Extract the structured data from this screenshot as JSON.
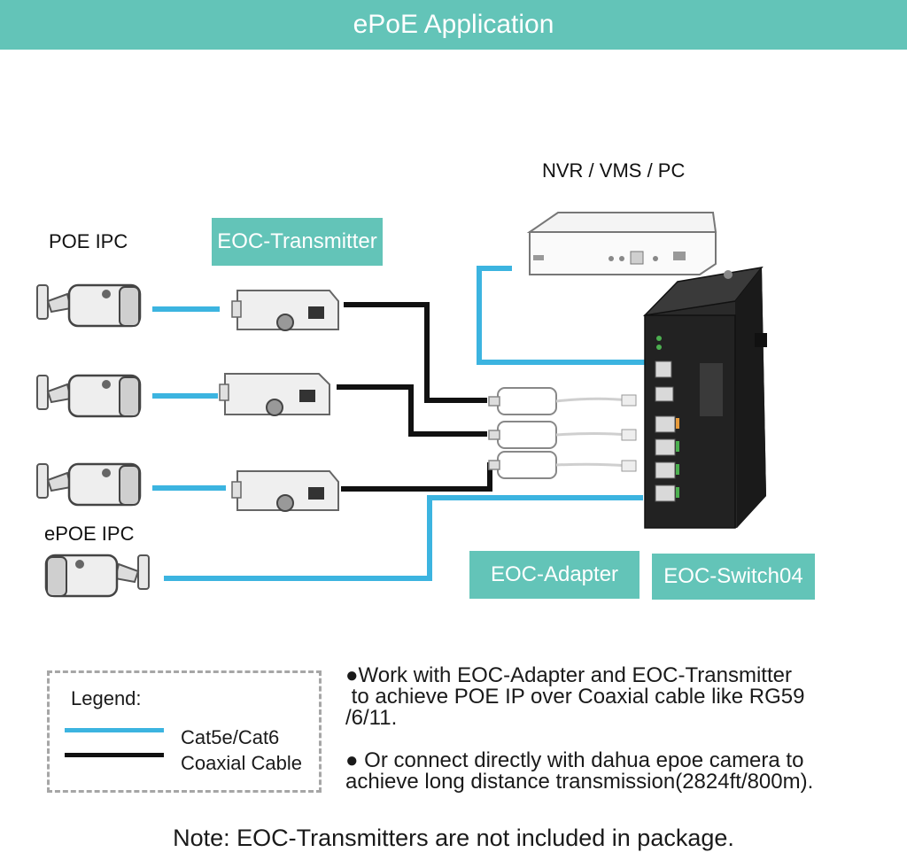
{
  "header": {
    "title": "ePoE Application"
  },
  "labels": {
    "nvr": "NVR / VMS / PC",
    "poe_ipc": "POE IPC",
    "epoe_ipc": "ePOE IPC",
    "eoc_transmitter": "EOC-Transmitter",
    "eoc_adapter": "EOC-Adapter",
    "eoc_switch": "EOC-Switch04"
  },
  "legend": {
    "title": "Legend:",
    "cat_label": "Cat5e/Cat6",
    "coax_label": "Coaxial Cable"
  },
  "bullets": {
    "b1_l1": "●Work with EOC-Adapter and EOC-Transmitter",
    "b1_l2": " to achieve POE IP over Coaxial cable like RG59",
    "b1_l3": "/6/11.",
    "b2_l1": "● Or connect directly with dahua epoe camera to",
    "b2_l2": "achieve long distance transmission(2824ft/800m)."
  },
  "note": "Note: EOC-Transmitters are not included in package.",
  "colors": {
    "teal": "#63c4b8",
    "cat_cable": "#3cb4e0",
    "coax_cable": "#111111"
  }
}
